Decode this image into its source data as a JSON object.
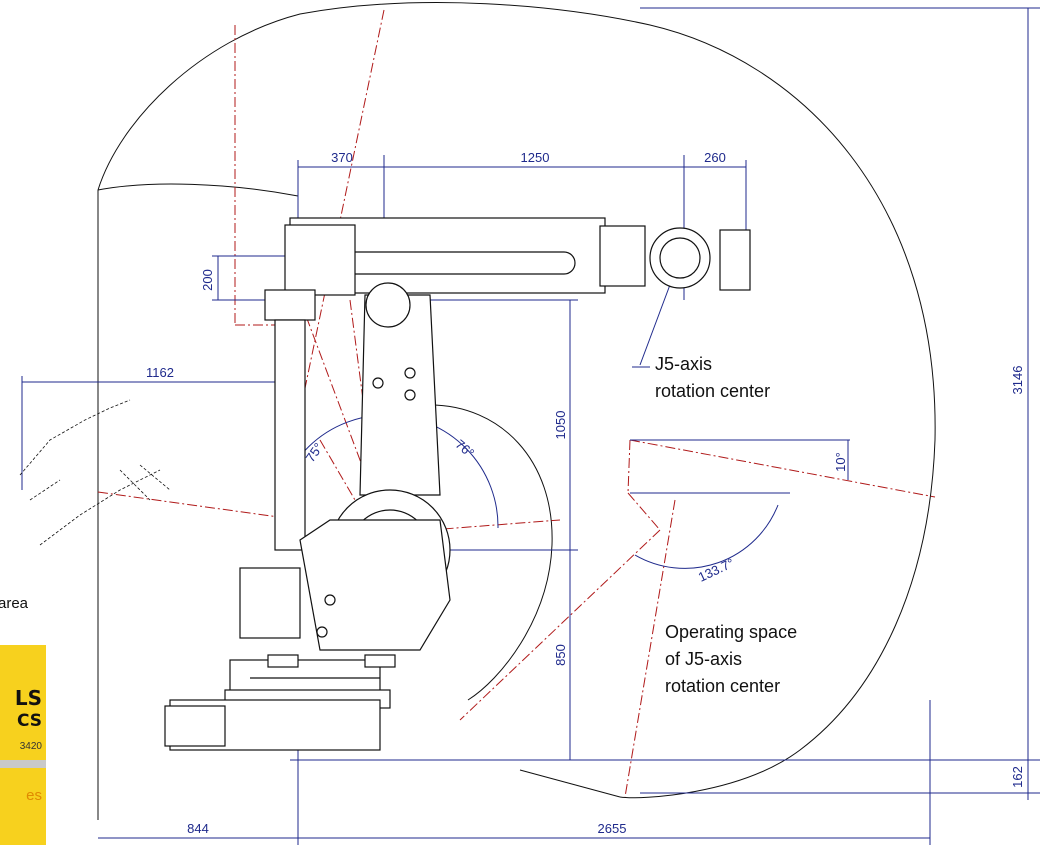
{
  "colors": {
    "dimension": "#1f2a8c",
    "outline": "#111111",
    "centerline": "#b01a1a",
    "badge_bg": "#f7d11e",
    "badge_stripe": "#c9c9c9",
    "badge_accent": "#e08a00"
  },
  "dimensions": {
    "d370": "370",
    "d1250": "1250",
    "d260": "260",
    "d200": "200",
    "d1162": "1162",
    "d1050": "1050",
    "d850": "850",
    "d3146": "3146",
    "d162": "162",
    "d844": "844",
    "d2655": "2655"
  },
  "angles": {
    "a75": "75°",
    "a76": "76°",
    "a10": "10°",
    "a133": "133.7°"
  },
  "annotations": {
    "j5_line1": "J5-axis",
    "j5_line2": "rotation center",
    "space_line1": "Operating space",
    "space_line2": "of J5-axis",
    "space_line3": "rotation center",
    "left_area": "area"
  },
  "badge": {
    "line1": "LS",
    "line2": "CS",
    "number": "3420",
    "tagline": "es"
  },
  "icons": [
    "robot-arm-drawing"
  ]
}
